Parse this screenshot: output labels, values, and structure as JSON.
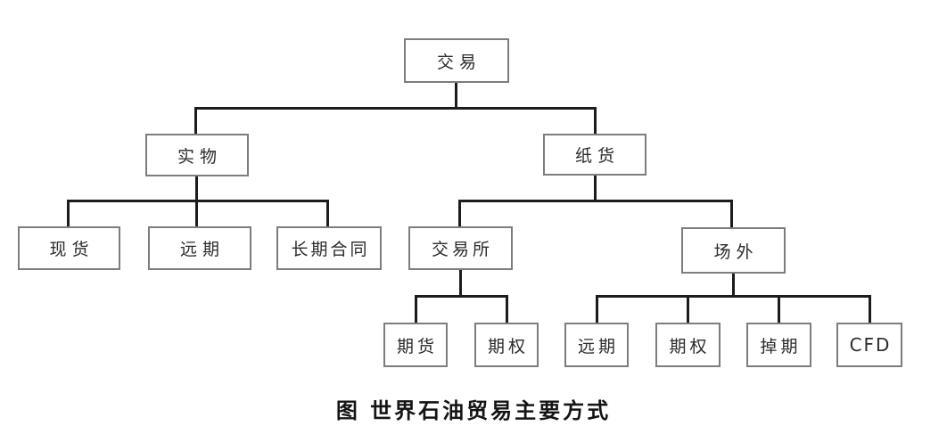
{
  "figure": {
    "caption": "图 世界石油贸易主要方式"
  },
  "diagram": {
    "type": "tree",
    "nodes": {
      "trade": {
        "label": "交易",
        "level": 1
      },
      "physical": {
        "label": "实物",
        "level": 2
      },
      "paper": {
        "label": "纸货",
        "level": 2
      },
      "spot": {
        "label": "现货",
        "level": 3
      },
      "forward_physical": {
        "label": "远期",
        "level": 3
      },
      "long_term_contract": {
        "label": "长期合同",
        "level": 3
      },
      "exchange": {
        "label": "交易所",
        "level": 3
      },
      "otc": {
        "label": "场外",
        "level": 3
      },
      "futures": {
        "label": "期货",
        "level": 4
      },
      "options_exchange": {
        "label": "期权",
        "level": 4
      },
      "forward_otc": {
        "label": "远期",
        "level": 4
      },
      "options_otc": {
        "label": "期权",
        "level": 4
      },
      "swap": {
        "label": "掉期",
        "level": 4
      },
      "cfd": {
        "label": "CFD",
        "level": 4
      }
    },
    "edges": [
      [
        "trade",
        "physical"
      ],
      [
        "trade",
        "paper"
      ],
      [
        "physical",
        "spot"
      ],
      [
        "physical",
        "forward_physical"
      ],
      [
        "physical",
        "long_term_contract"
      ],
      [
        "paper",
        "exchange"
      ],
      [
        "paper",
        "otc"
      ],
      [
        "exchange",
        "futures"
      ],
      [
        "exchange",
        "options_exchange"
      ],
      [
        "otc",
        "forward_otc"
      ],
      [
        "otc",
        "options_otc"
      ],
      [
        "otc",
        "swap"
      ],
      [
        "otc",
        "cfd"
      ]
    ]
  },
  "colors": {
    "background": "#ffffff",
    "box_border": "#7d7d7d",
    "connector": "#1c1c1c",
    "text": "#2b2b2b"
  }
}
